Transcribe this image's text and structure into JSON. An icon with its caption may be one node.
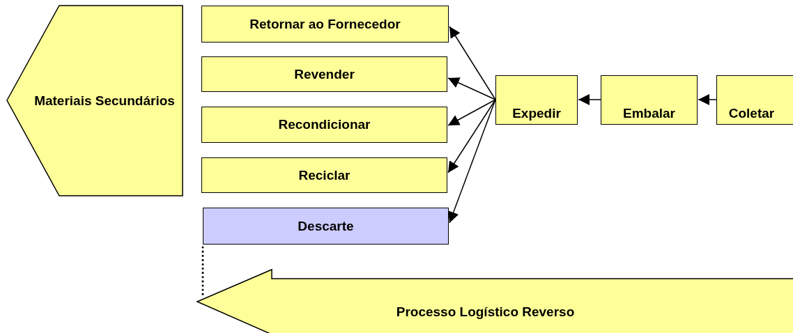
{
  "diagram": {
    "nodes": [
      {
        "text": [
          "Materiais Secundários"
        ]
      },
      {
        "text": [
          "Retornar ao Fornecedor"
        ]
      },
      {
        "text": [
          "Revender"
        ]
      },
      {
        "text": [
          "Recondicionar"
        ]
      },
      {
        "text": [
          "Reciclar"
        ]
      },
      {
        "text": [
          "Descarte"
        ]
      },
      {
        "text": [
          "Expedir"
        ]
      },
      {
        "text": [
          "Embalar"
        ]
      },
      {
        "text": [
          "Coletar"
        ]
      },
      {
        "text": [
          "Processo Logístico Reverso"
        ]
      }
    ],
    "edges": [
      {
        "from": 8,
        "to": 7,
        "arrow": "to"
      },
      {
        "from": 7,
        "to": 6,
        "arrow": "to"
      },
      {
        "from": 6,
        "to": 1,
        "arrow": "to"
      },
      {
        "from": 6,
        "to": 2,
        "arrow": "to"
      },
      {
        "from": 6,
        "to": 3,
        "arrow": "to"
      },
      {
        "from": 6,
        "to": 4,
        "arrow": "to"
      },
      {
        "from": 6,
        "to": 5,
        "arrow": "to"
      },
      {
        "from": 5,
        "to": 9,
        "arrow": "none",
        "style": "dashed"
      }
    ]
  }
}
